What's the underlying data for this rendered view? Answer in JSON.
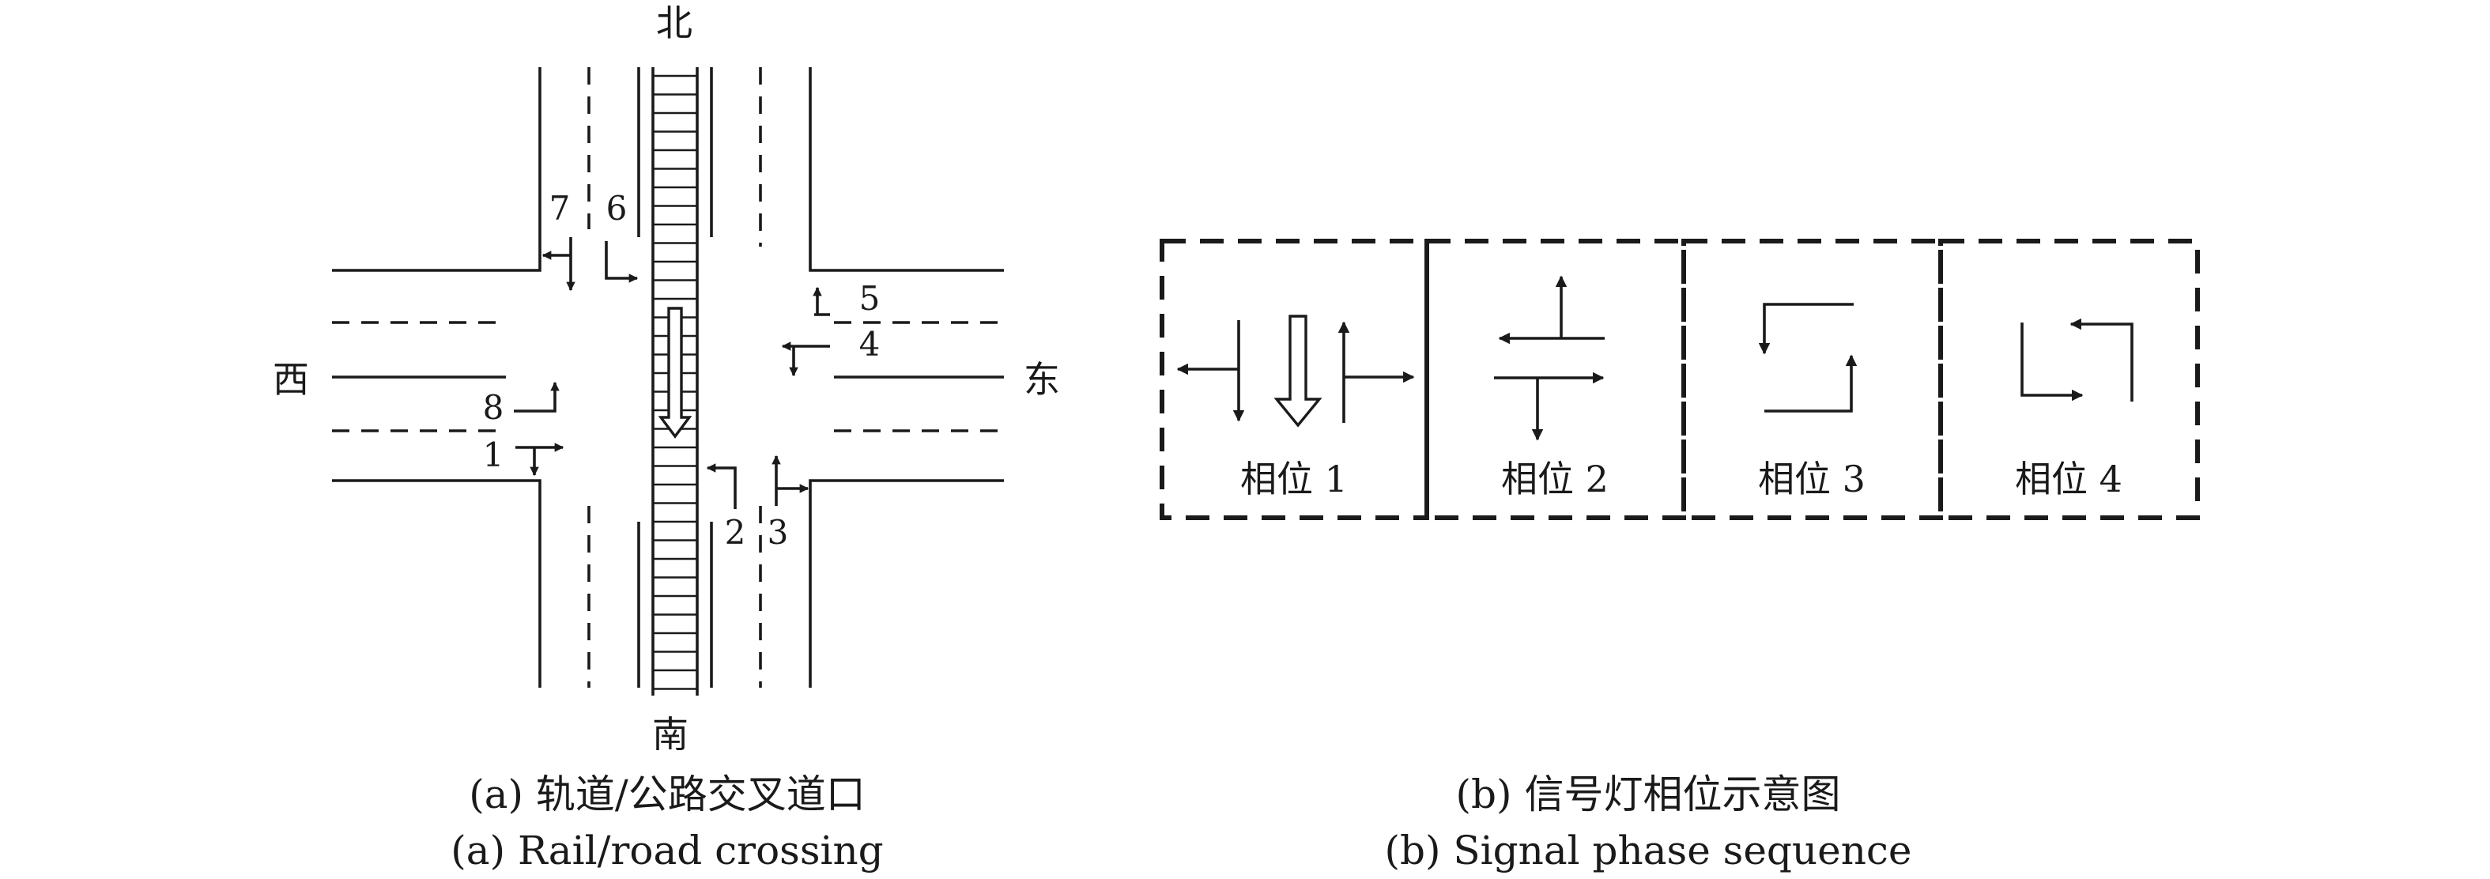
{
  "directions": {
    "north": "北",
    "south": "南",
    "west": "西",
    "east": "东"
  },
  "lanes": [
    "1",
    "2",
    "3",
    "4",
    "5",
    "6",
    "7",
    "8"
  ],
  "phases": [
    {
      "label": "相位 1"
    },
    {
      "label": "相位 2"
    },
    {
      "label": "相位 3"
    },
    {
      "label": "相位 4"
    }
  ],
  "captions": {
    "a_cn": "(a) 轨道/公路交叉道口",
    "a_en": "(a) Rail/road crossing",
    "b_cn": "(b) 信号灯相位示意图",
    "b_en": "(b) Signal phase sequence"
  }
}
